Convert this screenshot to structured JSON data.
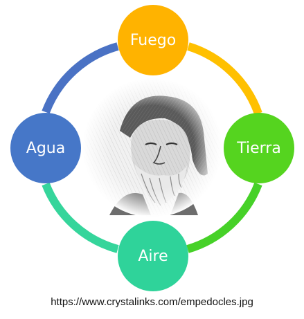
{
  "diagram": {
    "nodes": [
      {
        "id": "fuego",
        "label": "Fuego",
        "color": "#ffb300"
      },
      {
        "id": "tierra",
        "label": "Tierra",
        "color": "#55d41f"
      },
      {
        "id": "aire",
        "label": "Aire",
        "color": "#2fd39a"
      },
      {
        "id": "agua",
        "label": "Agua",
        "color": "#4677c8"
      }
    ],
    "arcs": [
      {
        "from": "agua",
        "to": "fuego",
        "color": "#4a72c4"
      },
      {
        "from": "fuego",
        "to": "tierra",
        "color": "#ffc000"
      },
      {
        "from": "tierra",
        "to": "aire",
        "color": "#46d128"
      },
      {
        "from": "aire",
        "to": "agua",
        "color": "#35d59b"
      }
    ],
    "center_image": "empedocles-portrait"
  },
  "credit": "https://www.crystalinks.com/empedocles.jpg"
}
